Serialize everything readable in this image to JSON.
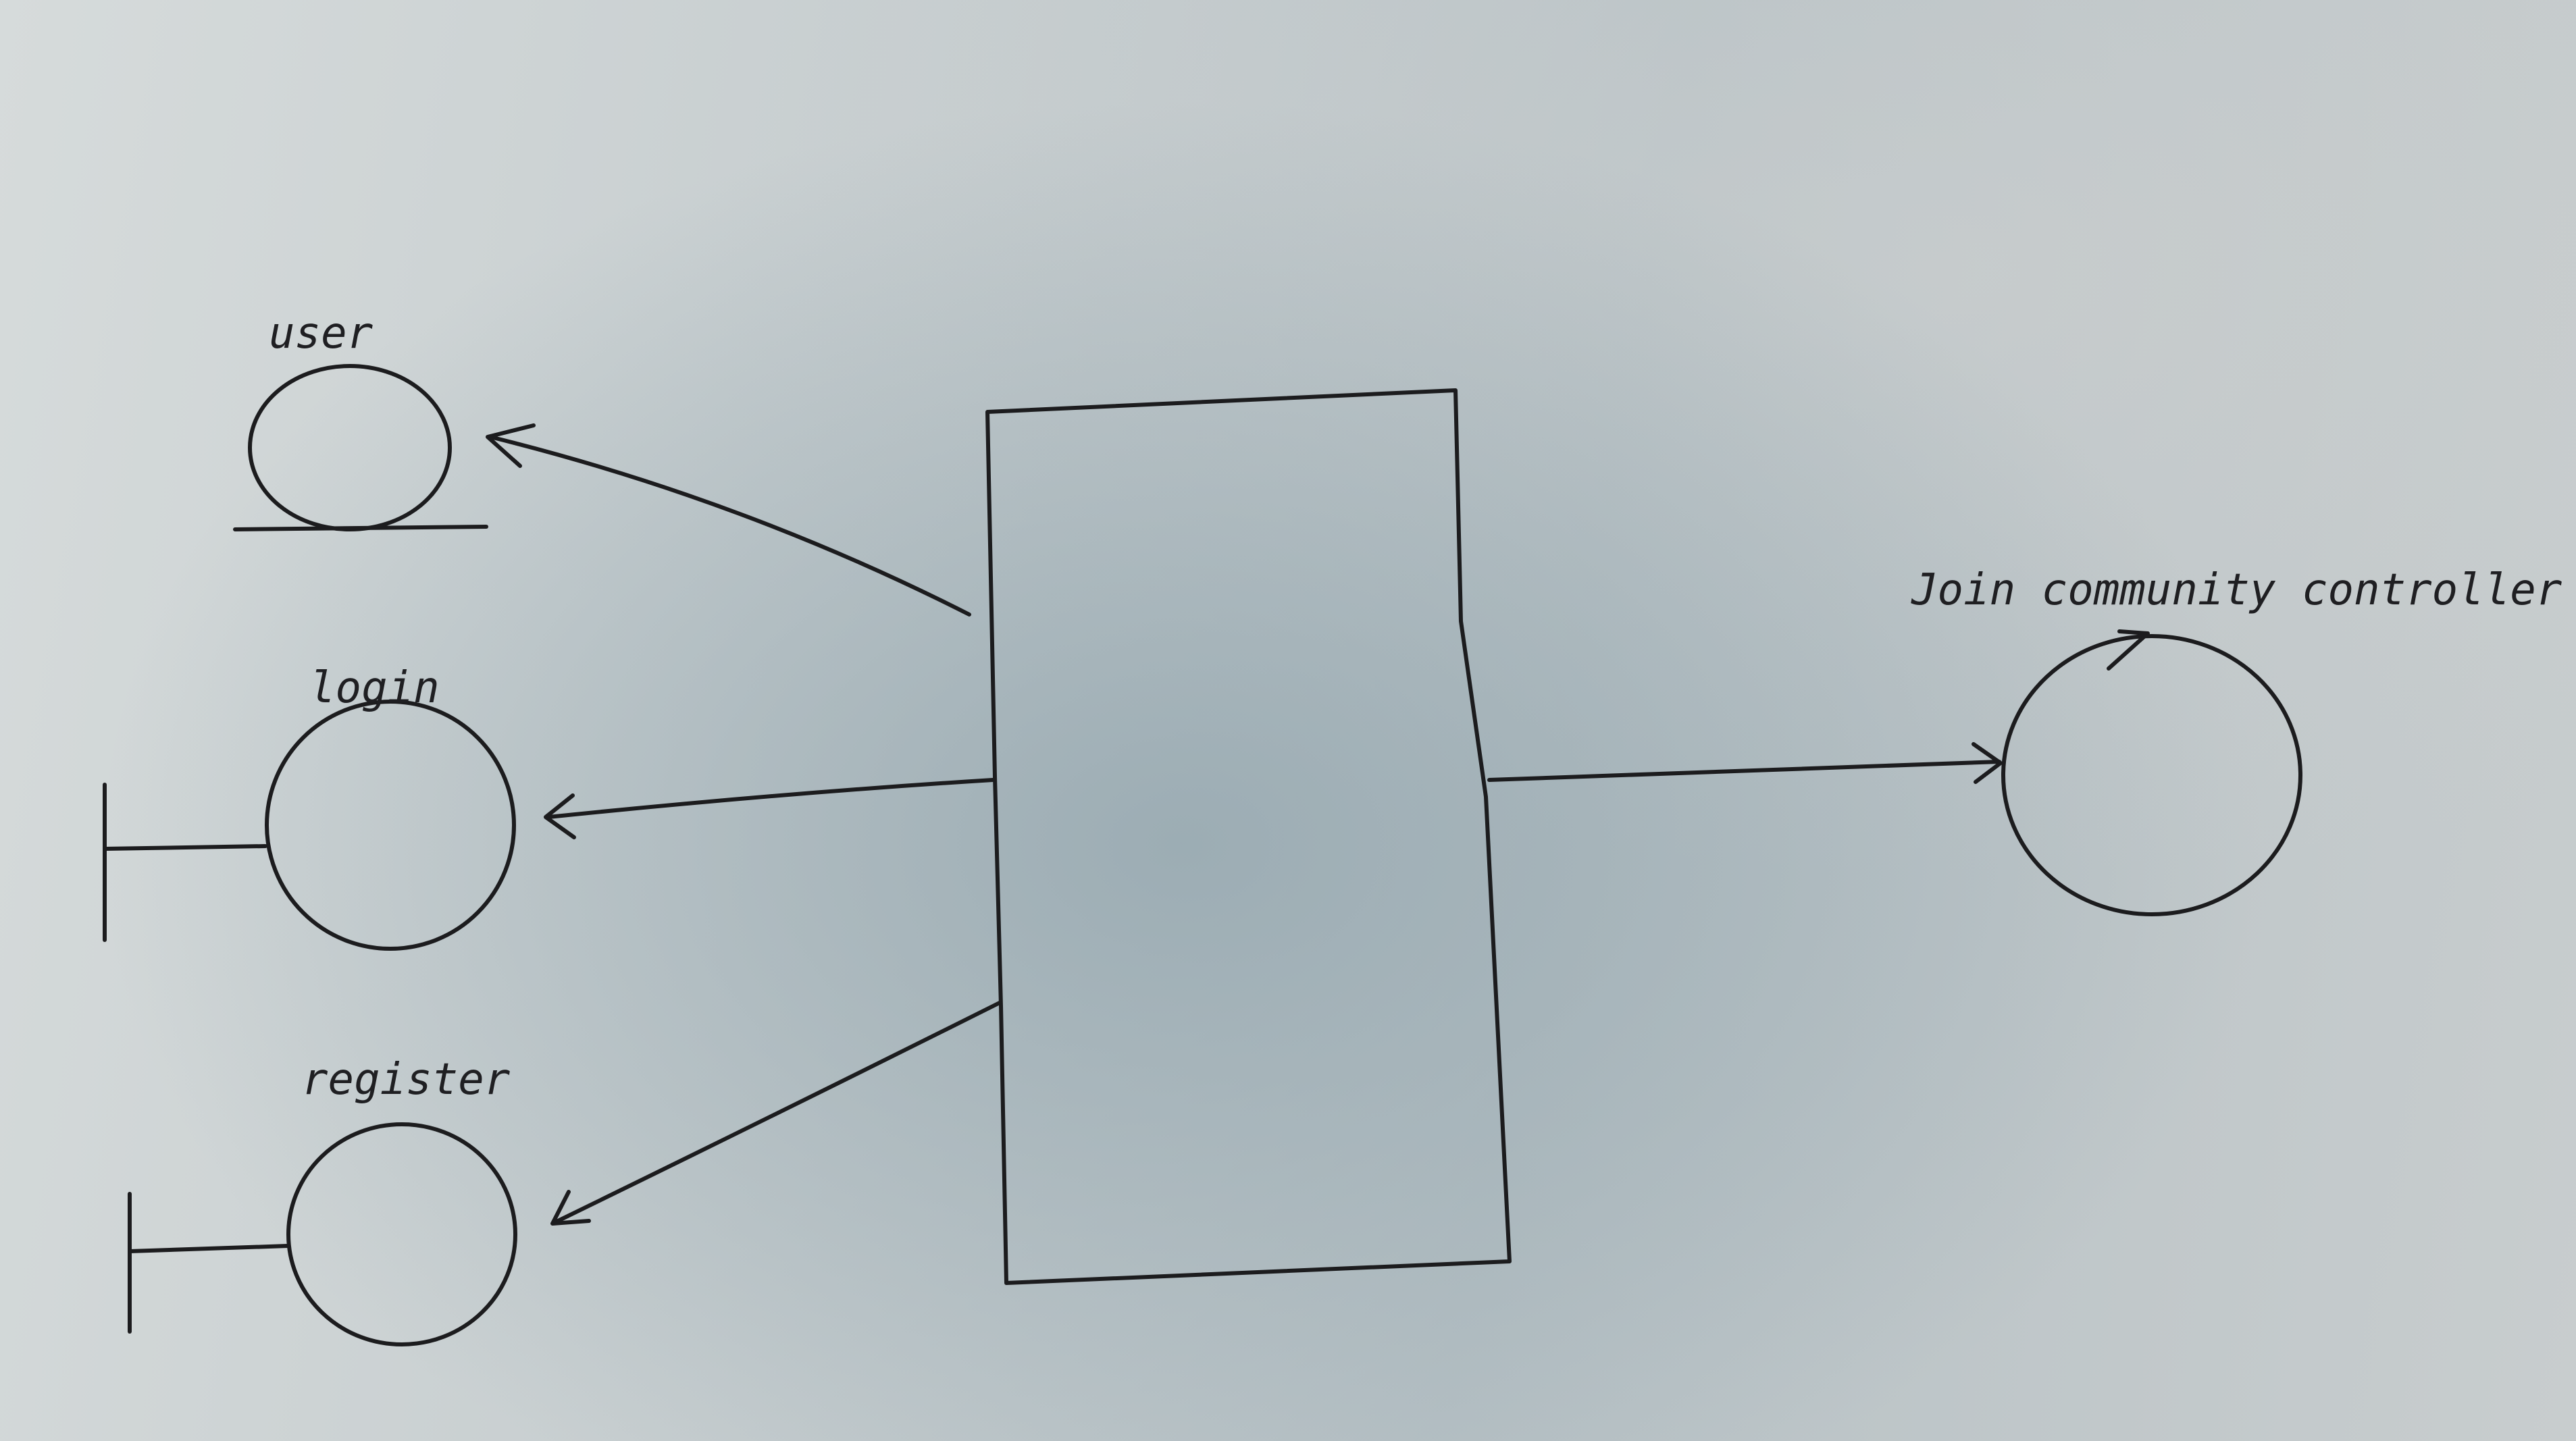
{
  "labels": {
    "user": "user",
    "login": "login",
    "register": "register",
    "controller": "Join community controller"
  },
  "colors": {
    "ink": "#1c1c1e",
    "paper": "#c9cfd0"
  },
  "shapes": {
    "user": "entity",
    "login": "boundary",
    "register": "boundary",
    "controller": "control",
    "center": "rectangle"
  }
}
